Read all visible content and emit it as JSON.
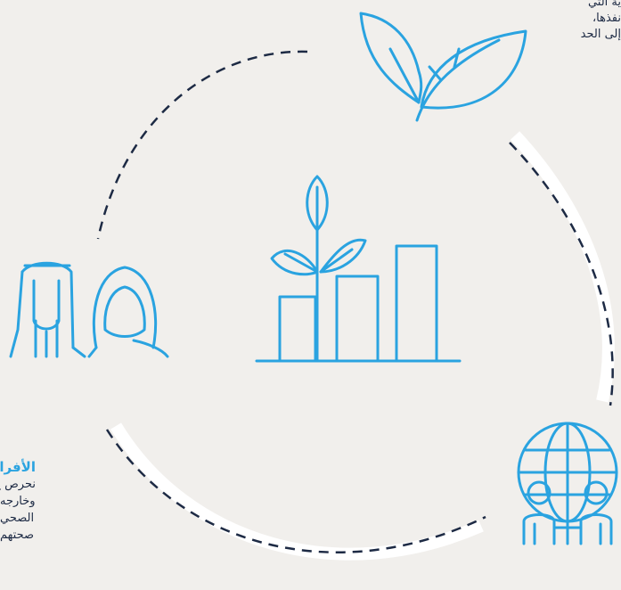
{
  "colors": {
    "accent": "#2aa3e0",
    "dash": "#1d2a44",
    "arc_white": "#ffffff",
    "background": "#f1efec",
    "text": "#1d2a44"
  },
  "top_right_text": [
    "ية التي",
    "نفذها،",
    "إلى الحد"
  ],
  "people": {
    "title": "الأفراد",
    "lines": [
      "نحرص ع",
      "وخارجه",
      "الصحي",
      "صحتهم"
    ]
  },
  "icons": [
    "leaf-icon",
    "growth-chart-icon",
    "people-icon",
    "globe-community-icon"
  ]
}
